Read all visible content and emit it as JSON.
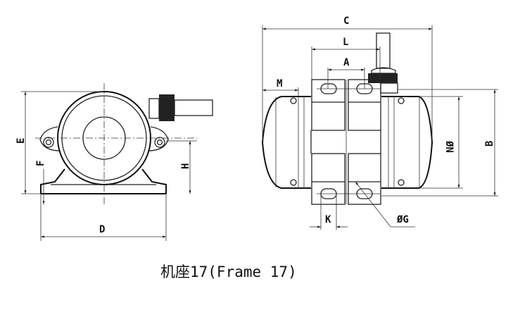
{
  "side_view": {
    "labels": {
      "E": "E",
      "F": "F",
      "H": "H",
      "D": "D"
    }
  },
  "front_view": {
    "labels": {
      "C": "C",
      "L": "L",
      "A": "A",
      "M": "M",
      "N": "ØN",
      "B": "B",
      "K": "K",
      "G": "ØG"
    }
  },
  "caption": "机座17(Frame 17)"
}
